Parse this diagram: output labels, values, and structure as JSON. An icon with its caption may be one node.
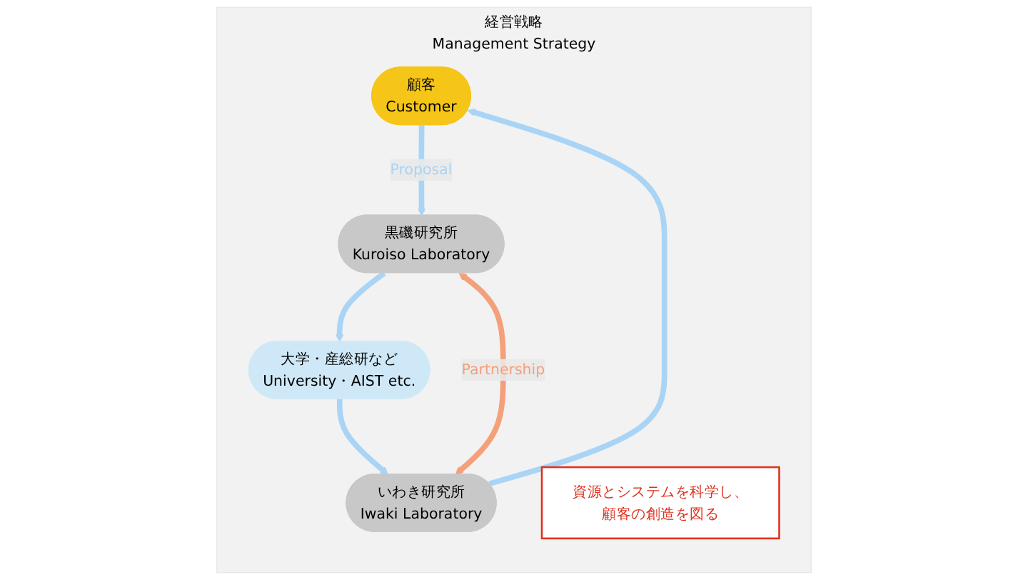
{
  "diagram": {
    "nodes": [
      {
        "text": [
          "経営戦略",
          "Management Strategy"
        ]
      },
      {
        "text": [
          "顧客",
          "Customer"
        ],
        "in": 0
      },
      {
        "text": [
          "資源とシステムを科学し、顧客の創造を図る"
        ],
        "in": 0
      },
      {
        "text": [
          "いわき研究所",
          "Iwaki Laboratory"
        ],
        "in": 0
      },
      {
        "text": [
          "黒磯研究所",
          "Kuroiso Laboratory"
        ],
        "in": 0
      },
      {
        "text": [
          "大学・産総研など",
          "University・AIST etc."
        ],
        "in": 0
      }
    ],
    "edges": [
      {
        "from": 3,
        "to": 1,
        "arrow": "to"
      },
      {
        "from": 1,
        "to": 4,
        "arrow": "to",
        "label": "Proposal"
      },
      {
        "from": 3,
        "to": 4,
        "arrow": "both",
        "label": "Partnership",
        "color": "#f4a07a"
      },
      {
        "from": 4,
        "to": 5,
        "arrow": "to"
      },
      {
        "from": 5,
        "to": 3,
        "arrow": "to"
      }
    ]
  }
}
